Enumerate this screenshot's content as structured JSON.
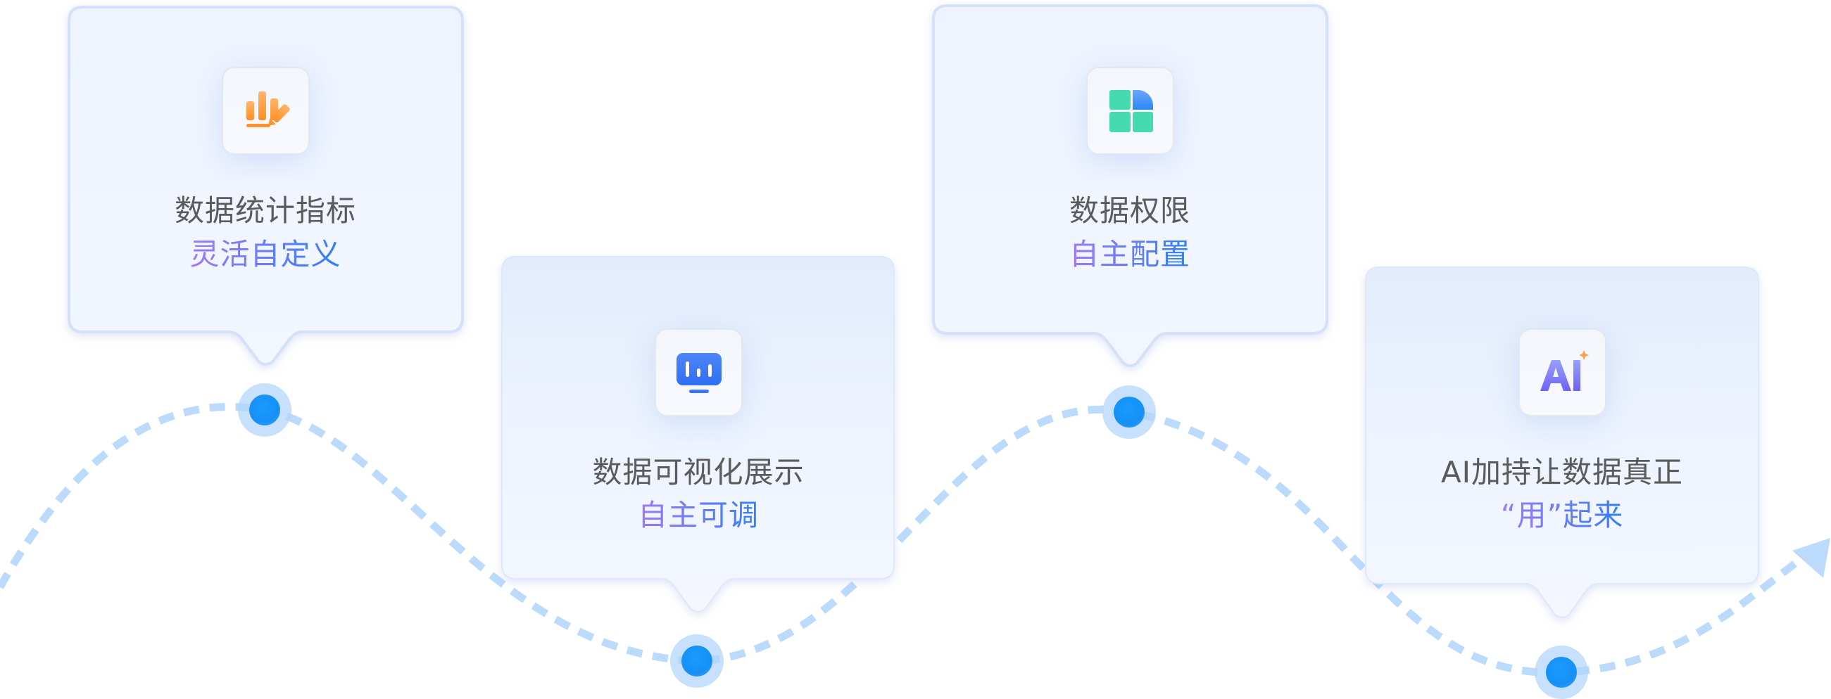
{
  "diagram": {
    "type": "feature-timeline",
    "colors": {
      "path": "#bcdafc",
      "dot_core": "#1896fb",
      "dot_halo": "#c2defd",
      "title": "#5b5b5b",
      "subtitle_start": "#a07af5",
      "subtitle_end": "#2f80f6",
      "card_bg": "#eef3fe",
      "card_border": "#d6e0f8"
    },
    "steps": [
      {
        "title": "数据统计指标",
        "subtitle": "灵活自定义",
        "icon": "chart-edit-icon",
        "icon_color": "#ff9a3c",
        "position": "above"
      },
      {
        "title": "数据可视化展示",
        "subtitle": "自主可调",
        "icon": "monitor-chart-icon",
        "icon_color": "#3a7bf6",
        "position": "below"
      },
      {
        "title": "数据权限",
        "subtitle": "自主配置",
        "icon": "grid-permission-icon",
        "icon_color": "#45dbaf",
        "position": "above"
      },
      {
        "title": "AI加持让数据真正",
        "subtitle": "“用”起来",
        "icon": "ai-sparkle-icon",
        "icon_color": "#7b6cf5",
        "position": "below"
      }
    ]
  }
}
